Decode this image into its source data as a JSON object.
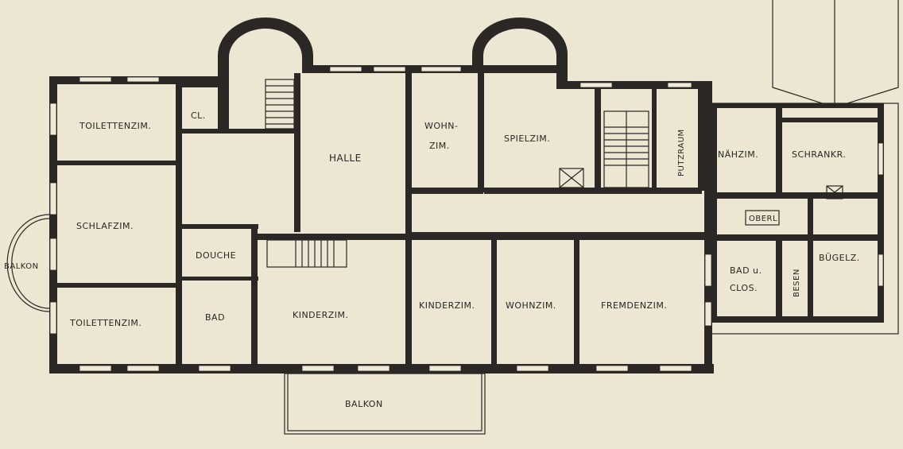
{
  "rooms": {
    "toilettenzim_top": "TOILETTENZIM.",
    "cl": "CL.",
    "schlafzim": "SCHLAFZIM.",
    "toilettenzim_bottom": "TOILETTENZIM.",
    "balkon_left": "BALKON",
    "douche": "DOUCHE",
    "bad": "BAD",
    "kinderzim_left": "KINDERZIM.",
    "halle": "HALLE",
    "wohnzim_top_1": "WOHN-",
    "wohnzim_top_2": "ZIM.",
    "spielzim": "SPIELZIM.",
    "putzraum": "PUTZRAUM",
    "naehzim": "NÄHZIM.",
    "schrankr": "SCHRANKR.",
    "oberl": "OBERL",
    "bad_clos_1": "BAD u.",
    "bad_clos_2": "CLOS.",
    "besen": "BESEN",
    "buegelz": "BÜGELZ.",
    "kinderzim_mid": "KINDERZIM.",
    "wohnzim_mid": "WOHNZIM.",
    "fremdenzim": "FREMDENZIM.",
    "balkon_bottom": "BALKON"
  }
}
